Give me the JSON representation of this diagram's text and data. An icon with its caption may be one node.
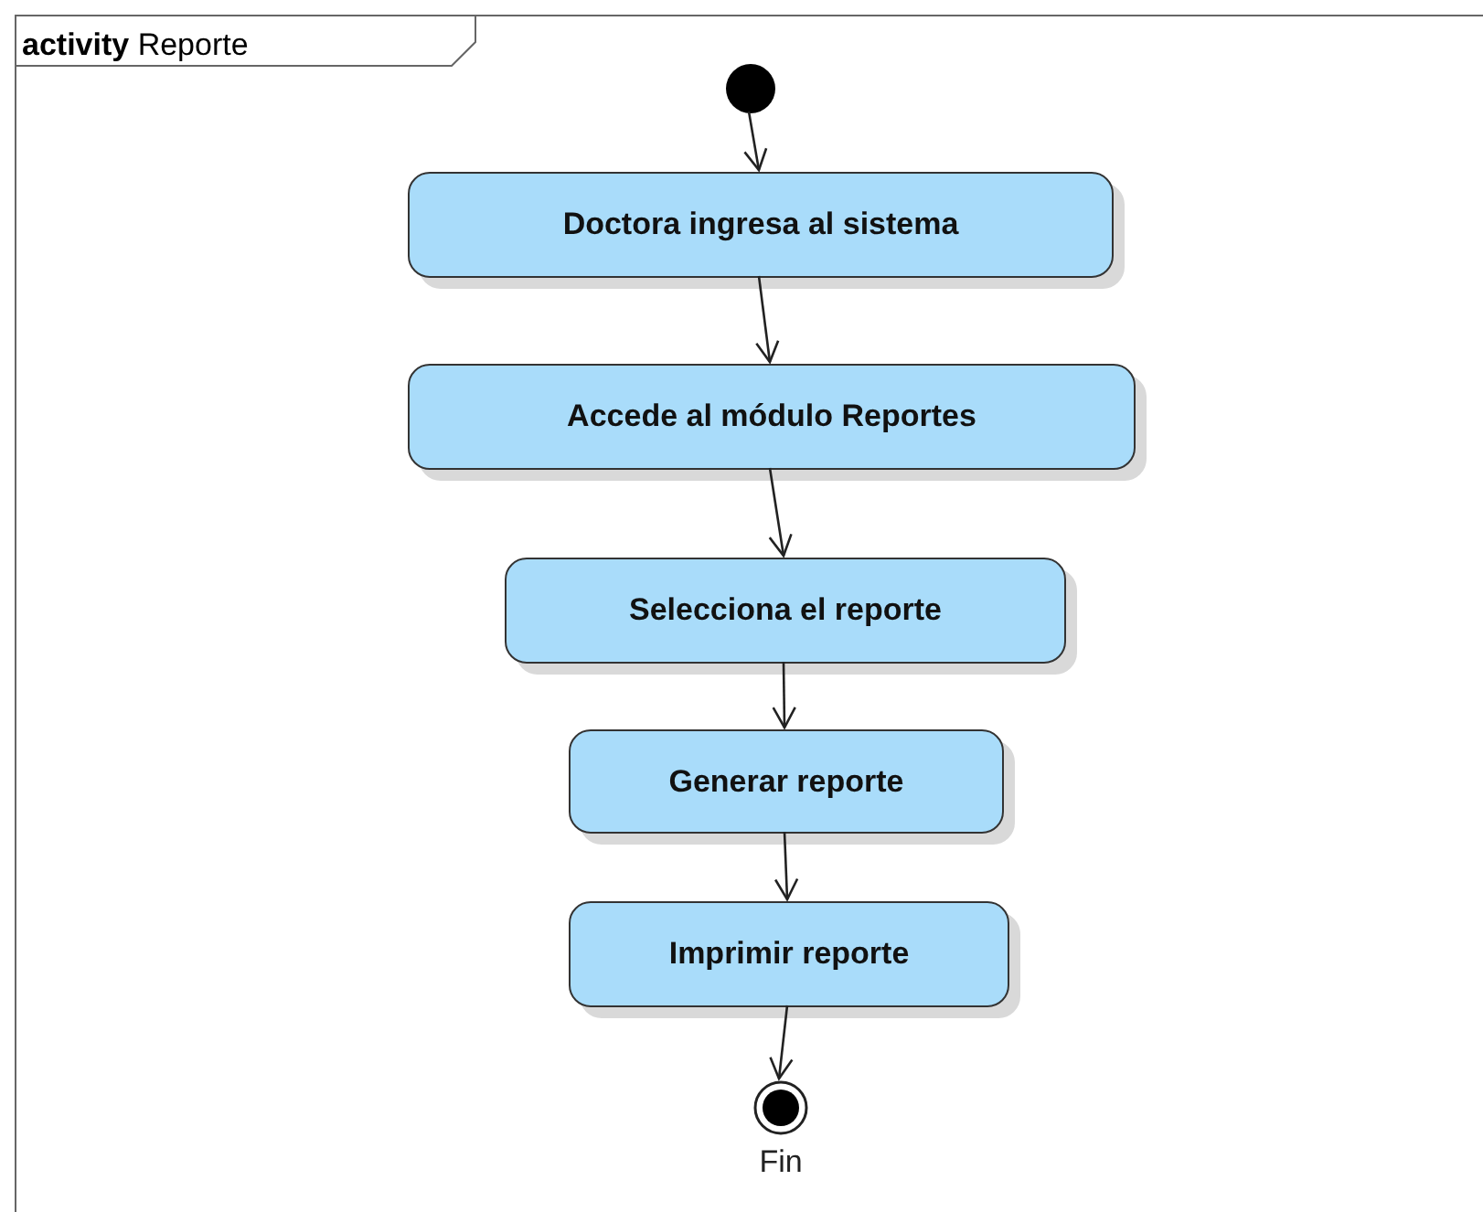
{
  "diagram": {
    "nodes": [
      {
        "text": [
          "**activity** Reporte"
        ]
      },
      {
        "text": [],
        "shape": "circle",
        "in": 0
      },
      {
        "text": [
          "Doctora ingresa al sistema"
        ],
        "in": 0
      },
      {
        "text": [
          "Accede al módulo Reportes"
        ],
        "in": 0
      },
      {
        "text": [
          "Selecciona el reporte"
        ],
        "in": 0
      },
      {
        "text": [
          "Generar reporte"
        ],
        "in": 0
      },
      {
        "text": [
          "Imprimir reporte"
        ],
        "in": 0
      },
      {
        "text": [],
        "shape": "bullseye",
        "in": 0,
        "beside": [
          "Fin"
        ]
      }
    ],
    "edges": [
      {
        "from": 1,
        "to": 2,
        "arrow": "to"
      },
      {
        "from": 2,
        "to": 3,
        "arrow": "to"
      },
      {
        "from": 3,
        "to": 4,
        "arrow": "to"
      },
      {
        "from": 4,
        "to": 5,
        "arrow": "to"
      },
      {
        "from": 5,
        "to": 6,
        "arrow": "to"
      },
      {
        "from": 6,
        "to": 7,
        "arrow": "to"
      }
    ]
  }
}
